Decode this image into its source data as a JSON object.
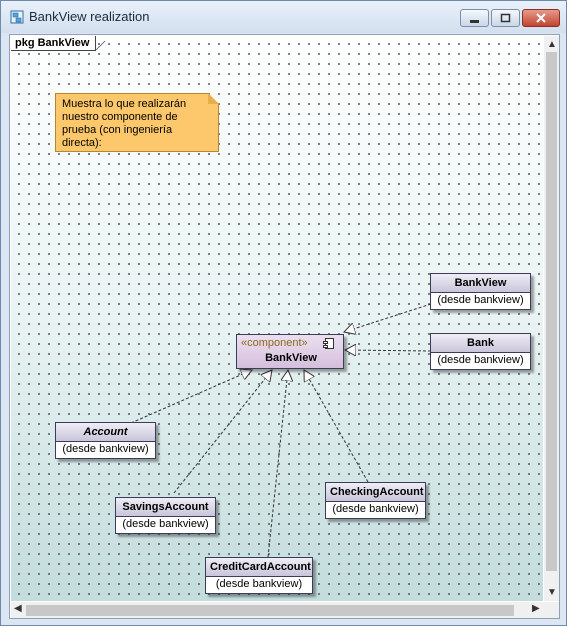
{
  "window": {
    "title": "BankView realization"
  },
  "package_tab": "pkg BankView",
  "note": {
    "lines": [
      "Muestra lo que realizarán",
      "nuestro componente de",
      "prueba (con ingeniería",
      "directa):"
    ]
  },
  "component": {
    "stereotype": "«component»",
    "name": "BankView"
  },
  "classes": [
    {
      "id": "bankview-class",
      "name": "BankView",
      "origin": "(desde bankview)",
      "italic": false
    },
    {
      "id": "bank-class",
      "name": "Bank",
      "origin": "(desde bankview)",
      "italic": false
    },
    {
      "id": "account-class",
      "name": "Account",
      "origin": "(desde bankview)",
      "italic": true
    },
    {
      "id": "savingsaccount-class",
      "name": "SavingsAccount",
      "origin": "(desde bankview)",
      "italic": false
    },
    {
      "id": "checkingaccount-class",
      "name": "CheckingAccount",
      "origin": "(desde bankview)",
      "italic": false
    },
    {
      "id": "creditcardaccount-class",
      "name": "CreditCardAccount",
      "origin": "(desde bankview)",
      "italic": false
    }
  ],
  "relations": [
    {
      "from": "BankView",
      "to": "component",
      "type": "realization"
    },
    {
      "from": "Bank",
      "to": "component",
      "type": "realization"
    },
    {
      "from": "Account",
      "to": "component",
      "type": "realization"
    },
    {
      "from": "SavingsAccount",
      "to": "component",
      "type": "realization"
    },
    {
      "from": "CreditCardAccount",
      "to": "component",
      "type": "realization"
    },
    {
      "from": "CheckingAccount",
      "to": "component",
      "type": "realization"
    }
  ],
  "icons": {
    "app": "uml-diagram-icon",
    "minimize": "minimize-icon",
    "maximize": "maximize-icon",
    "close": "close-icon"
  },
  "colors": {
    "note_fill": "#fdc86b",
    "component_fill": "#d4bfdc",
    "class_header": "#c9c5da",
    "close_button": "#c2462f"
  }
}
